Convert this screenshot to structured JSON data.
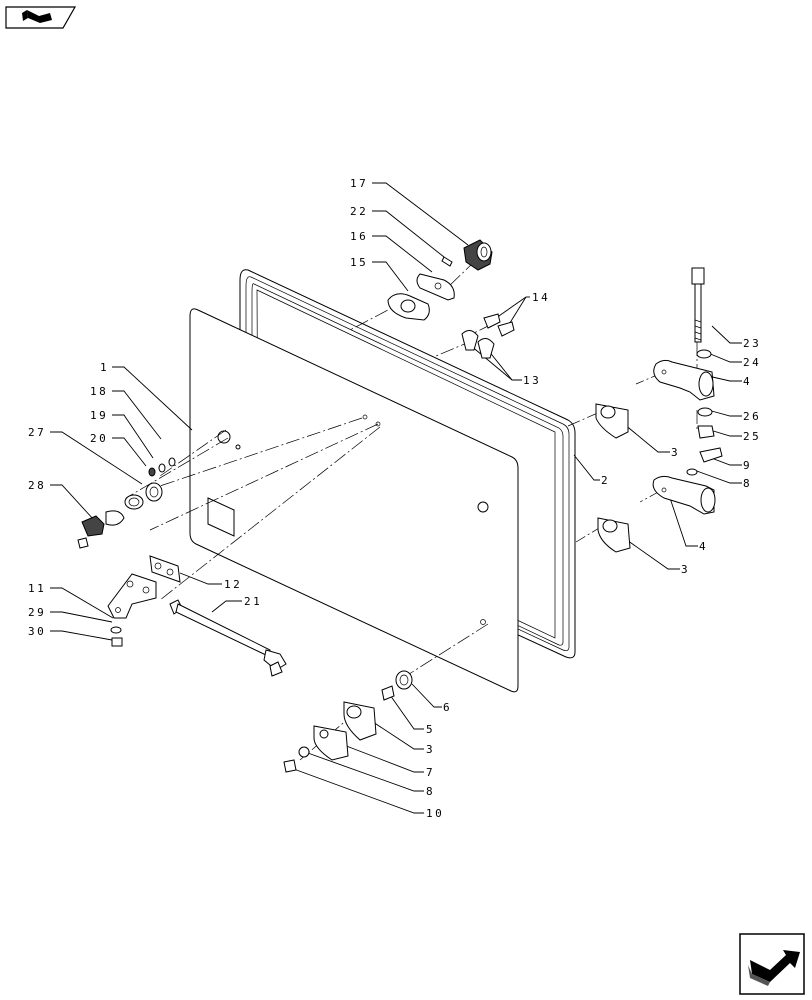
{
  "navigation": {
    "prev_icon": "arrow-back-icon",
    "next_icon": "arrow-forward-icon"
  },
  "callouts": [
    {
      "id": "c1",
      "text": "1"
    },
    {
      "id": "c2",
      "text": "2"
    },
    {
      "id": "c3a",
      "text": "3"
    },
    {
      "id": "c3b",
      "text": "3"
    },
    {
      "id": "c3c",
      "text": "3"
    },
    {
      "id": "c4a",
      "text": "4"
    },
    {
      "id": "c4b",
      "text": "4"
    },
    {
      "id": "c5",
      "text": "5"
    },
    {
      "id": "c6",
      "text": "6"
    },
    {
      "id": "c7",
      "text": "7"
    },
    {
      "id": "c8a",
      "text": "8"
    },
    {
      "id": "c8b",
      "text": "8"
    },
    {
      "id": "c9",
      "text": "9"
    },
    {
      "id": "c10",
      "text": "10"
    },
    {
      "id": "c11",
      "text": "11"
    },
    {
      "id": "c12",
      "text": "12"
    },
    {
      "id": "c13",
      "text": "13"
    },
    {
      "id": "c14",
      "text": "14"
    },
    {
      "id": "c15",
      "text": "15"
    },
    {
      "id": "c16",
      "text": "16"
    },
    {
      "id": "c17",
      "text": "17"
    },
    {
      "id": "c18",
      "text": "18"
    },
    {
      "id": "c19",
      "text": "19"
    },
    {
      "id": "c20",
      "text": "20"
    },
    {
      "id": "c21",
      "text": "21"
    },
    {
      "id": "c22",
      "text": "22"
    },
    {
      "id": "c23",
      "text": "23"
    },
    {
      "id": "c24",
      "text": "24"
    },
    {
      "id": "c25",
      "text": "25"
    },
    {
      "id": "c26",
      "text": "26"
    },
    {
      "id": "c27",
      "text": "27"
    },
    {
      "id": "c28",
      "text": "28"
    },
    {
      "id": "c29",
      "text": "29"
    },
    {
      "id": "c30",
      "text": "30"
    }
  ]
}
